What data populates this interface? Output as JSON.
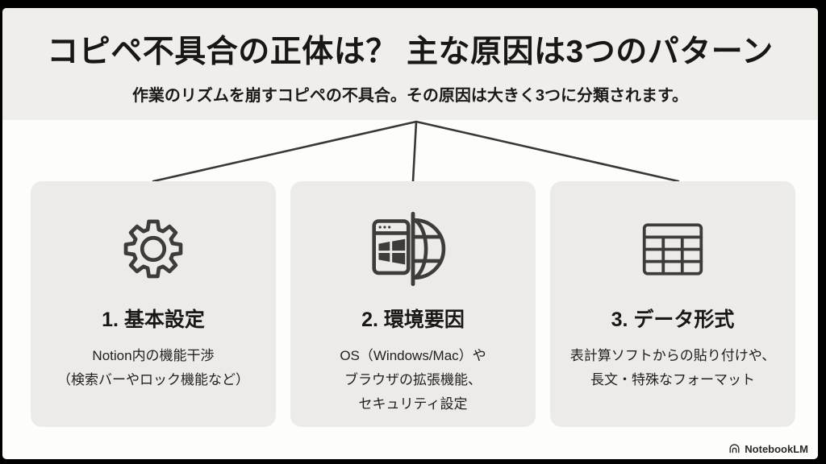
{
  "header": {
    "title": "コピペ不具合の正体は？ 主な原因は3つのパターン",
    "subtitle": "作業のリズムを崩すコピペの不具合。その原因は大きく3つに分類されます。"
  },
  "cards": [
    {
      "icon": "gear-icon",
      "title": "1. 基本設定",
      "body_lines": [
        "Notion内の機能干渉",
        "（検索バーやロック機能など）"
      ]
    },
    {
      "icon": "browser-globe-icon",
      "title": "2. 環境要因",
      "body_lines": [
        "OS（Windows/Mac）や",
        "ブラウザの拡張機能、",
        "セキュリティ設定"
      ]
    },
    {
      "icon": "table-icon",
      "title": "3. データ形式",
      "body_lines": [
        "表計算ソフトからの貼り付けや、",
        "長文・特殊なフォーマット"
      ]
    }
  ],
  "footer": {
    "brand": "NotebookLM",
    "brand_icon": "notebooklm-logo-icon"
  },
  "colors": {
    "frame_bg": "#000000",
    "page_bg": "#fdfdfc",
    "header_bg": "#f0eeeb",
    "card_bg": "#edebe8",
    "text": "#1b1a18",
    "connector_line": "#3a3835",
    "icon_stroke": "#3e3b38"
  }
}
